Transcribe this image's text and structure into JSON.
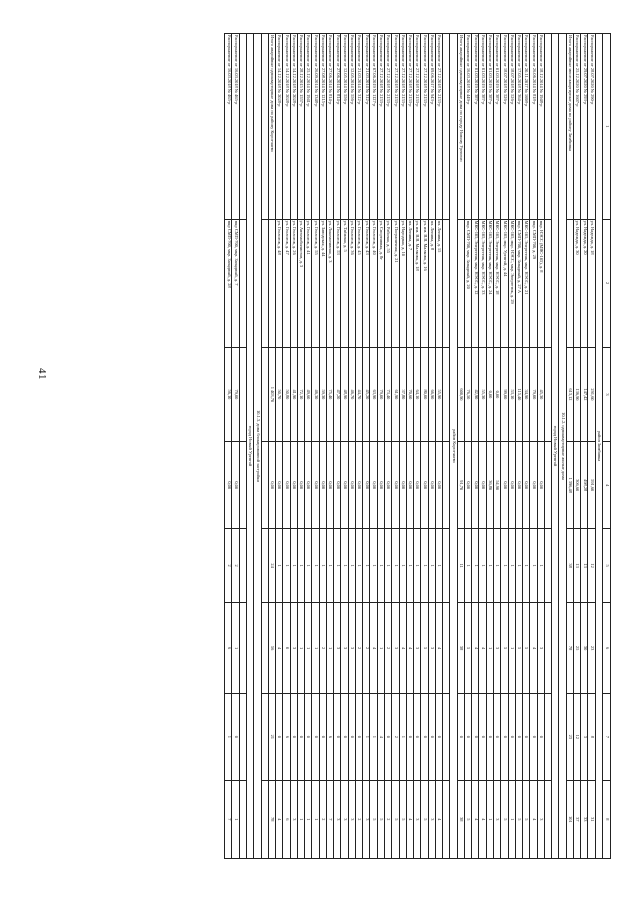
{
  "page_number": "41",
  "table": {
    "header": [
      "1",
      "2",
      "3",
      "4",
      "5",
      "6",
      "7",
      "8"
    ],
    "rows": [
      {
        "kind": "sec",
        "text": "район Зимбинка"
      },
      {
        "kind": "data",
        "cells": [
          "Распоряжение от 28.07.2020 № 290-р",
          "ул. Надежда, д. 18",
          "291,60",
          "591,60",
          "12",
          "23",
          "8",
          "31"
        ]
      },
      {
        "kind": "data",
        "cells": [
          "Распоряжение от 29.07.2020 № 293-р",
          "ул. Надежда, д. 20",
          "147,42",
          "498,28",
          "13",
          "30",
          "3",
          "33"
        ]
      },
      {
        "kind": "data",
        "cells": [
          "Распоряжение от 25.12.2020 № 1607-р",
          "ул. Надежда, д. 30",
          "136,90",
          "306,60",
          "13",
          "25",
          "12",
          "37"
        ]
      },
      {
        "kind": "data",
        "cells": [
          "Итого аварийные многоквартирные дома по району Зимбинка",
          "",
          "613,12",
          "1 396,48",
          "38",
          "78",
          "23",
          "101"
        ]
      },
      {
        "kind": "sec",
        "text": "10.1.2. одноквартирные жилые дома"
      },
      {
        "kind": "sub",
        "text": "город Новый Уренгой"
      },
      {
        "kind": "empty"
      },
      {
        "kind": "data",
        "cells": [
          "Распоряжение от 18.12.2014 № 1948-р",
          "мкр. НЭСС (МВС-105), д. 8",
          "45,30",
          "0,00",
          "1",
          "3",
          "0",
          "3"
        ]
      },
      {
        "kind": "data",
        "cells": [
          "Распоряжение от 26.06.2014 № 818-р",
          "мкр. СМП-700, д. 29",
          "79,00",
          "0,00",
          "1",
          "4",
          "0",
          "4"
        ]
      },
      {
        "kind": "data",
        "cells": [
          "Распоряжение от 20.11.2017 № 1698-р",
          "МКС-105, Энергетик, мкр. НЭСС, д. 21",
          "34,90",
          "0,00",
          "1",
          "5",
          "0",
          "5"
        ]
      },
      {
        "kind": "data",
        "cells": [
          "Распоряжение от 17.05.2018 № 364-р",
          "мкр. СМП-700, мкр. Западный, д. 27 А",
          "115,40",
          "0,00",
          "1",
          "5",
          "0",
          "5"
        ]
      },
      {
        "kind": "data",
        "cells": [
          "Распоряжение от 18.07.2018 № 526-р",
          "МКС-105, мкр. НЭСС, мкр. Энергетик, д. 29",
          "53,10",
          "0,00",
          "1",
          "1",
          "0",
          "1"
        ]
      },
      {
        "kind": "data",
        "cells": [
          "Распоряжение от 18.07.2018 № 526-р",
          "МКС-105, мкр. Уренгой, д. 44",
          "99,00",
          "0,00",
          "1",
          "5",
          "0",
          "5"
        ]
      },
      {
        "kind": "data",
        "cells": [
          "Распоряжение от 01.03.2019 № 387-р",
          "МКС-105, Энергетик, мкр. НЭСС, д. 18",
          "0,00",
          "54,90",
          "1",
          "3",
          "0",
          "3"
        ]
      },
      {
        "kind": "data",
        "cells": [
          "Распоряжение от 01.03.2019 № 387-р",
          "МКС-105, Энергетик, мкр. НЭСС, д. 24",
          "0,00",
          "36,80",
          "1",
          "1",
          "0",
          "1"
        ]
      },
      {
        "kind": "data",
        "cells": [
          "Распоряжение от 01.03.2019 № 387-р",
          "МКС-105, Энергетик, мкр. НЭСС, д. 33",
          "55,30",
          "0,00",
          "1",
          "4",
          "0",
          "4"
        ]
      },
      {
        "kind": "data",
        "cells": [
          "Распоряжение от 01.03.2019 № 387-р",
          "МКС-105, Энергетик, мкр. НЭСС, д. 12",
          "42,90",
          "0,00",
          "1",
          "4",
          "0",
          "4"
        ]
      },
      {
        "kind": "data",
        "cells": [
          "Распоряжение от 16.03.2018 № 449-р",
          "мкр. СМП-700, мкр. Западный, д. 20",
          "76,50",
          "0,00",
          "1",
          "5",
          "0",
          "5"
        ]
      },
      {
        "kind": "data",
        "cells": [
          "Итого аварийные одноквартирные дома по городу Новому Уренгою",
          "",
          "600,90",
          "91,70",
          "11",
          "38",
          "0",
          "38"
        ]
      },
      {
        "kind": "sub",
        "text": "район Коротчаево"
      },
      {
        "kind": "empty"
      },
      {
        "kind": "data",
        "cells": [
          "Распоряжение от 27.12.2018 № 2153-р",
          "пл. Ленина, д. 15",
          "55,90",
          "0,00",
          "1",
          "4",
          "0",
          "4"
        ]
      },
      {
        "kind": "data",
        "cells": [
          "Распоряжение от 09.06.2017 № 943-р",
          "пл. Ленина, д. 8",
          "66,90",
          "0,00",
          "1",
          "3",
          "0",
          "3"
        ]
      },
      {
        "kind": "data",
        "cells": [
          "Распоряжение от 27.12.2018 № 2153-р",
          "ул. им. В.В. Малкова, д. 16",
          "80,00",
          "0,00",
          "1",
          "5",
          "0",
          "5"
        ]
      },
      {
        "kind": "data",
        "cells": [
          "Распоряжение от 27.12.2018 № 2153-р",
          "ул. им. В.В. Малкова, д. 18",
          "64,10",
          "0,00",
          "1",
          "3",
          "0",
          "3"
        ]
      },
      {
        "kind": "data",
        "cells": [
          "Распоряжение от 27.12.2018 № 2153-р",
          "пл. Ленина, д. 7",
          "70,60",
          "0,00",
          "1",
          "4",
          "0",
          "4"
        ]
      },
      {
        "kind": "data",
        "cells": [
          "Распоряжение от 27.12.2018 № 2153-р",
          "ул. Народная, д. 10",
          "37,80",
          "0,00",
          "1",
          "4",
          "1",
          "5"
        ]
      },
      {
        "kind": "data",
        "cells": [
          "Распоряжение от 27.12.2018 № 2153-р",
          "ул. Пограничная, д. 21",
          "61,90",
          "0,00",
          "1",
          "3",
          "2",
          "5"
        ]
      },
      {
        "kind": "data",
        "cells": [
          "Распоряжение от 27.12.2018 № 2153-р",
          "ул. Рабочая, д. 55",
          "73,40",
          "0,00",
          "1",
          "2",
          "0",
          "2"
        ]
      },
      {
        "kind": "data",
        "cells": [
          "Распоряжение от 27.12.2018 № 2153-р",
          "ул. Спортивная, д. 8г",
          "79,00",
          "0,00",
          "1",
          "1",
          "4",
          "5"
        ]
      },
      {
        "kind": "data",
        "cells": [
          "Распоряжение от 07.06.2019 № 1127-р",
          "ул. Геологов, д. 40",
          "63,90",
          "0,00",
          "1",
          "4",
          "1",
          "5"
        ]
      },
      {
        "kind": "data",
        "cells": [
          "Распоряжение от 21.03.2014 № 312-р",
          "ул. Геологов, д. 43",
          "45,20",
          "0,00",
          "1",
          "2",
          "1",
          "3"
        ]
      },
      {
        "kind": "data",
        "cells": [
          "Распоряжение от 21.03.2014 № 312-р",
          "ул. Геологов, д. 45",
          "44,70",
          "0,00",
          "1",
          "2",
          "0",
          "2"
        ]
      },
      {
        "kind": "data",
        "cells": [
          "Распоряжение от 12.05.2014 № 556-р",
          "ул. Геологов, д. 36",
          "46,70",
          "0,00",
          "1",
          "3",
          "0",
          "3"
        ]
      },
      {
        "kind": "data",
        "cells": [
          "Распоряжение от 12.05.2014 № 556-р",
          "ул. Таёжная, д. 5",
          "48,90",
          "0,00",
          "1",
          "3",
          "0",
          "3"
        ]
      },
      {
        "kind": "data",
        "cells": [
          "Распоряжение от 27.06.2014 № 814-р",
          "ул. Геологов, д. 53",
          "47,20",
          "0,00",
          "1",
          "3",
          "0",
          "3"
        ]
      },
      {
        "kind": "data",
        "cells": [
          "Распоряжение от 27.06.2014 № 814-р",
          "ул. Локомотивная, д. 3",
          "75,40",
          "0,00",
          "1",
          "1",
          "6",
          "7"
        ]
      },
      {
        "kind": "data",
        "cells": [
          "Распоряжение от 27.08.2014 № 1215-р",
          "ул. Заводская, д. 44",
          "59,30",
          "0,00",
          "1",
          "2",
          "0",
          "2"
        ]
      },
      {
        "kind": "data",
        "cells": [
          "Распоряжение от 26.09.2014 № 1348-р",
          "ул. Геологов, д. 55",
          "46,30",
          "0,00",
          "1",
          "1",
          "0",
          "1"
        ]
      },
      {
        "kind": "data",
        "cells": [
          "Распоряжение от 25.12.2014 № 1941-р",
          "ул. Геологов, д. 41",
          "49,60",
          "0,00",
          "1",
          "1",
          "0",
          "1"
        ]
      },
      {
        "kind": "data",
        "cells": [
          "Распоряжение от 28.12.2015 № 1557-р",
          "ул. Автомобилистов, д. 3",
          "72,10",
          "0,00",
          "1",
          "1",
          "0",
          "1"
        ]
      },
      {
        "kind": "data",
        "cells": [
          "Распоряжение от 14.12.2018 № 2028-р",
          "ул. Геологов, д. 26",
          "41,90",
          "0,00",
          "1",
          "3",
          "0",
          "3"
        ]
      },
      {
        "kind": "data",
        "cells": [
          "Распоряжение от 14.12.2018 № 2028-р",
          "ул. Геологов, д. 47",
          "50,80",
          "0,00",
          "1",
          "0",
          "6",
          "6"
        ]
      },
      {
        "kind": "data",
        "cells": [
          "Распоряжение от 14.12.2018 № 2028-р",
          "ул. Геологов, д. 48",
          "50,70",
          "0,00",
          "1",
          "4",
          "0",
          "4"
        ]
      },
      {
        "kind": "data",
        "cells": [
          "Итого аварийные одноквартирные дома по району Коротчаево",
          "",
          "1 403,70",
          "0,00",
          "24",
          "56",
          "21",
          "78"
        ]
      },
      {
        "kind": "empty"
      },
      {
        "kind": "sec",
        "text": "10.1.3. дома блокированной застройки"
      },
      {
        "kind": "sub",
        "text": "город Новый Уренгой"
      },
      {
        "kind": "empty"
      },
      {
        "kind": "data",
        "cells": [
          "Распоряжение от 16.03.2018 № 465-р",
          "мкр СМП-700, мкр. Западный, д. 7",
          "79,00",
          "0,00",
          "2",
          "1",
          "0",
          "1"
        ]
      },
      {
        "kind": "data",
        "cells": [
          "Распоряжение от 16.03.2018 № 465-р",
          "мкр СМП-700, мкр. Западный, д. 28",
          "56,10",
          "0,00",
          "2",
          "6",
          "1",
          "7"
        ]
      }
    ]
  }
}
